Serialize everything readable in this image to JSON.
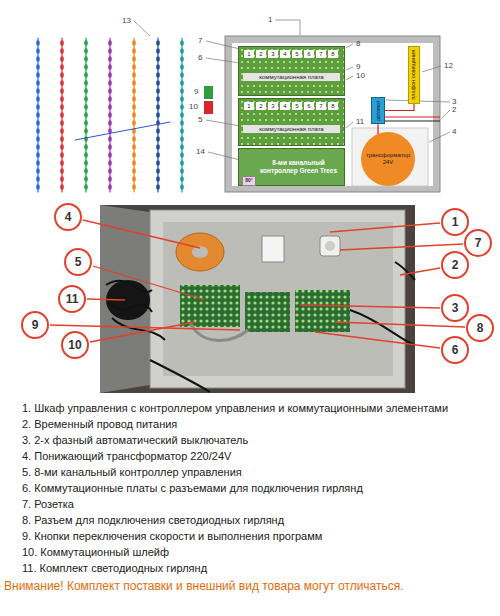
{
  "diagram": {
    "nodes": [
      {
        "text": [
          "1",
          "2",
          "3",
          "4",
          "5",
          "6",
          "7",
          "8",
          "коммутационная плата"
        ]
      },
      {
        "text": [
          "1",
          "2",
          "3",
          "4",
          "5",
          "6",
          "7",
          "8",
          "коммутационная плата"
        ]
      },
      {
        "text": [
          "8-ми канальный контроллер Green Trees"
        ]
      },
      {
        "text": [
          "80°"
        ],
        "in": 2
      },
      {
        "text": [
          "автомат"
        ]
      },
      {
        "text": [
          "плафон освещения"
        ]
      },
      {
        "text": [
          "трансформатор 24V"
        ]
      },
      {
        "text": [
          "4"
        ]
      },
      {
        "text": [
          "1"
        ]
      },
      {
        "text": [
          "7"
        ]
      },
      {
        "text": [
          "5"
        ]
      },
      {
        "text": [
          "2"
        ]
      },
      {
        "text": [
          "11"
        ]
      },
      {
        "text": [
          "3"
        ]
      },
      {
        "text": [
          "9"
        ]
      },
      {
        "text": [
          "8"
        ]
      },
      {
        "text": [
          "10"
        ]
      },
      {
        "text": [
          "6"
        ]
      }
    ],
    "edges": [
      {
        "from": 5,
        "to": 4,
        "arrow": "none"
      },
      {
        "from": 4,
        "to": 6,
        "arrow": "none"
      }
    ],
    "labels": [
      "13",
      "1",
      "7",
      "8",
      "6",
      "12",
      "9",
      "10",
      "9",
      "3",
      "10",
      "2",
      "5",
      "11",
      "4",
      "14",
      "1. Шкаф управления с контроллером управления и коммутационными элементами",
      "2. Временный провод питания",
      "3. 2-х фазный автоматический выключатель",
      "4. Понижающий трансформатор 220/24V",
      "5. 8-ми канальный контроллер управления",
      "6. Коммутационные платы с разъемами для подключения гирлянд",
      "7. Розетка",
      "8. Разъем для подключения светодиодных гирлянд",
      "9. Кнопки переключения скорости и выполнения программ",
      "10. Коммутационный шлейф",
      "11. Комплект светодиодных гирлянд",
      "Внимание! Комплект поставки и внешний вид товара могут отличаться."
    ]
  }
}
